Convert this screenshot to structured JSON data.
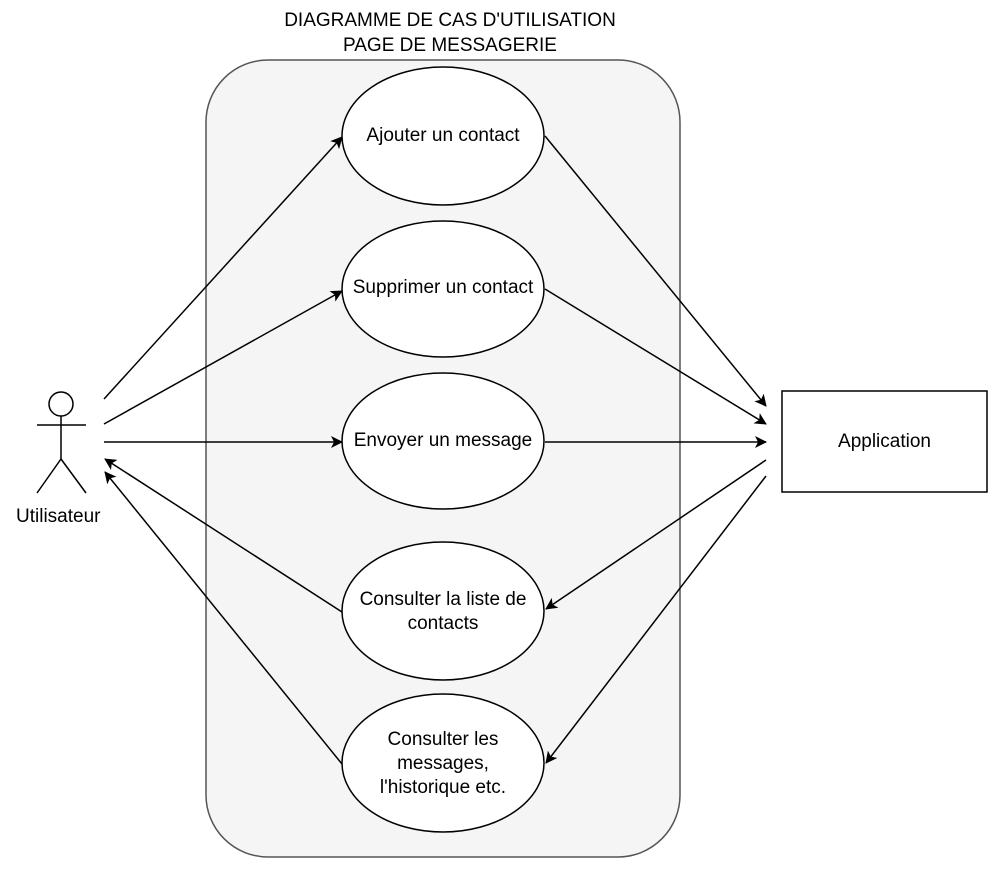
{
  "title": {
    "line1": "DIAGRAMME DE CAS D'UTILISATION",
    "line2": "PAGE DE MESSAGERIE"
  },
  "actors": {
    "user": "Utilisateur",
    "system": "Application"
  },
  "use_cases": [
    {
      "label": "Ajouter un contact"
    },
    {
      "label": "Supprimer un contact"
    },
    {
      "label": "Envoyer un message"
    },
    {
      "label": "Consulter la liste de contacts"
    },
    {
      "label": "Consulter les messages, l'historique etc."
    }
  ],
  "colors": {
    "boundary_fill": "#f5f5f5",
    "stroke": "#000000"
  }
}
